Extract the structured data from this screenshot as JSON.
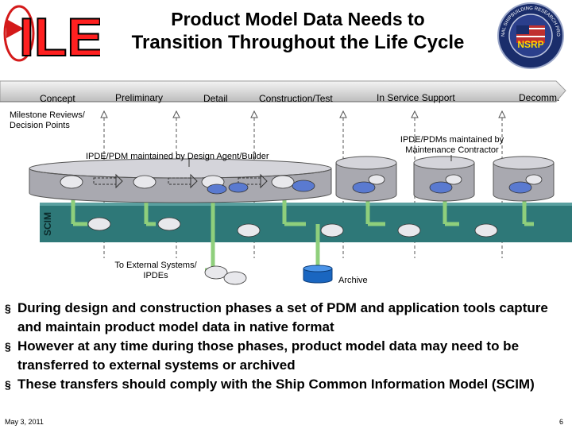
{
  "header": {
    "logo_text": "ILE",
    "seal_text": "NATIONAL SHIPBUILDING RESEARCH PROGRAM",
    "seal_mark": "NSRP",
    "title_line1": "Product Model Data Needs to",
    "title_line2": "Transition Throughout the Life Cycle"
  },
  "phases": [
    "Concept",
    "Preliminary",
    "Detail",
    "Construction/Test",
    "In Service Support",
    "Decomm."
  ],
  "milestone_label": "Milestone Reviews/ Decision Points",
  "diagram": {
    "design_label": "IPDE/PDM maintained by Design Agent/Builder",
    "maintenance_label": "IPDE/PDMs maintained by Maintenance Contractor",
    "scim_label": "SCIM",
    "external_label": "To External Systems/ IPDEs",
    "archive_label": "Archive"
  },
  "colors": {
    "cylinder_fill": "#c8c8cc",
    "scim_band": "#2e7878",
    "connector": "#8fcf7c",
    "phase_band": "#d8d8d8"
  },
  "bullets": [
    "During design and construction phases a set of PDM and application tools capture and maintain product model data in native format",
    "However at any time during those phases, product model data may need to be transferred to external systems or archived",
    "These transfers should comply with the Ship Common Information Model (SCIM)"
  ],
  "footer": {
    "date": "May 3, 2011",
    "page": "6"
  }
}
